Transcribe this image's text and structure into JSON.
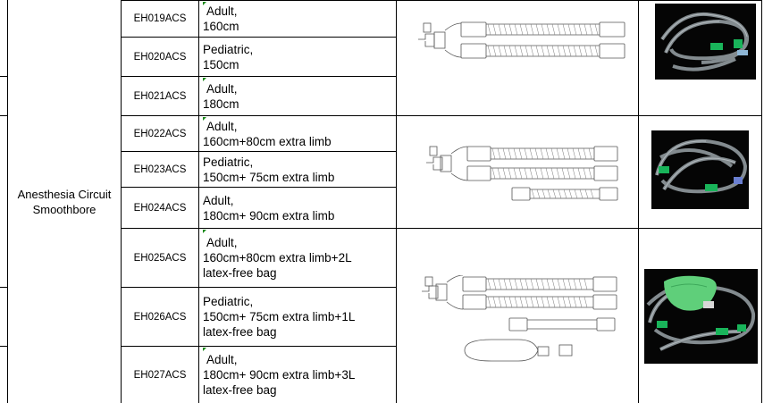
{
  "table": {
    "category": "Anesthesia Circuit\nSmoothbore",
    "rows": [
      {
        "code": "EH019ACS",
        "line1": "Adult,",
        "line2": "160cm",
        "line3": ""
      },
      {
        "code": "EH020ACS",
        "line1": "Pediatric,",
        "line2": "150cm",
        "line3": ""
      },
      {
        "code": "EH021ACS",
        "line1": "Adult,",
        "line2": "180cm",
        "line3": ""
      },
      {
        "code": "EH022ACS",
        "line1": "Adult,",
        "line2": "160cm+80cm extra limb",
        "line3": ""
      },
      {
        "code": "EH023ACS",
        "line1": "Pediatric,",
        "line2": "150cm+ 75cm extra limb",
        "line3": ""
      },
      {
        "code": "EH024ACS",
        "line1": "Adult,",
        "line2": "180cm+ 90cm extra limb",
        "line3": ""
      },
      {
        "code": "EH025ACS",
        "line1": "Adult,",
        "line2": "160cm+80cm extra limb+2L",
        "line3": "latex-free bag"
      },
      {
        "code": "EH026ACS",
        "line1": "Pediatric,",
        "line2": "150cm+ 75cm extra limb+1L",
        "line3": "latex-free bag"
      },
      {
        "code": "EH027ACS",
        "line1": "Adult,",
        "line2": "180cm+ 90cm extra limb+3L",
        "line3": "latex-free bag"
      }
    ]
  },
  "colors": {
    "grid": "#000000",
    "tick": "#1a8a1a",
    "photo_bg": "#050505",
    "tube": "#9aa3a8",
    "connector_green": "#19b45a",
    "bag_green": "#5fcf7a"
  },
  "icons": [
    "circuit-drawing",
    "product-photo"
  ]
}
